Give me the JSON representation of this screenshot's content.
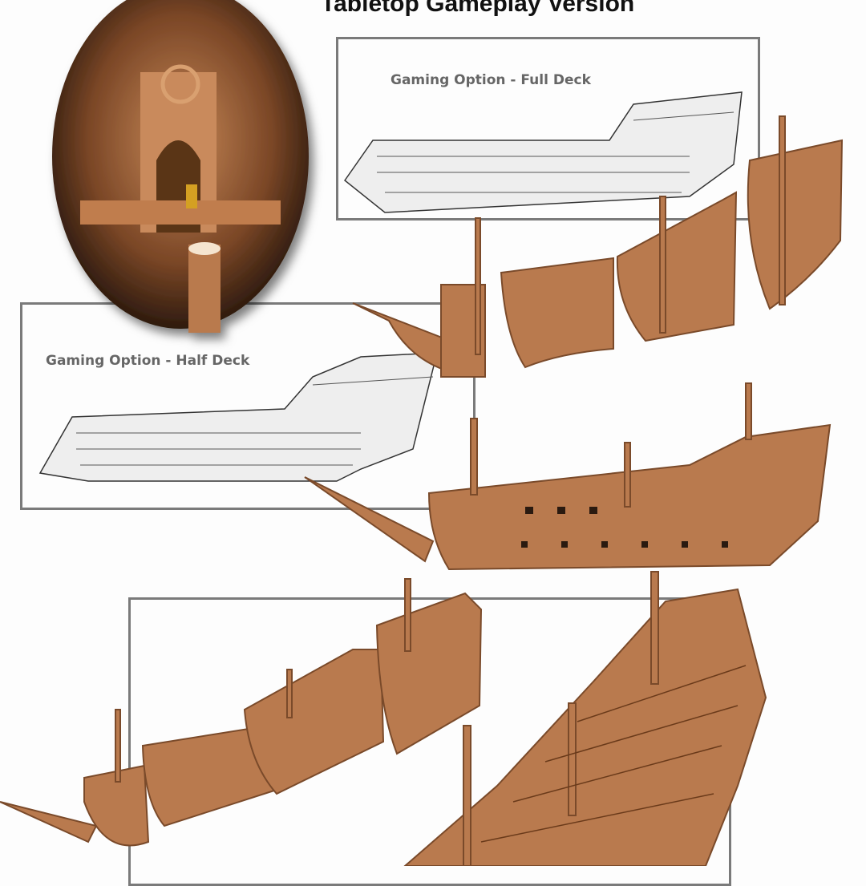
{
  "title": "Tabletop Gameplay Version",
  "panels": {
    "full_deck_label": "Gaming Option - Full Deck",
    "half_deck_label": "Gaming Option - Half Deck"
  },
  "colors": {
    "wood": "#b97a4e",
    "wood_dark": "#8a5532",
    "frame": "#7a7a7a",
    "label": "#666666"
  }
}
